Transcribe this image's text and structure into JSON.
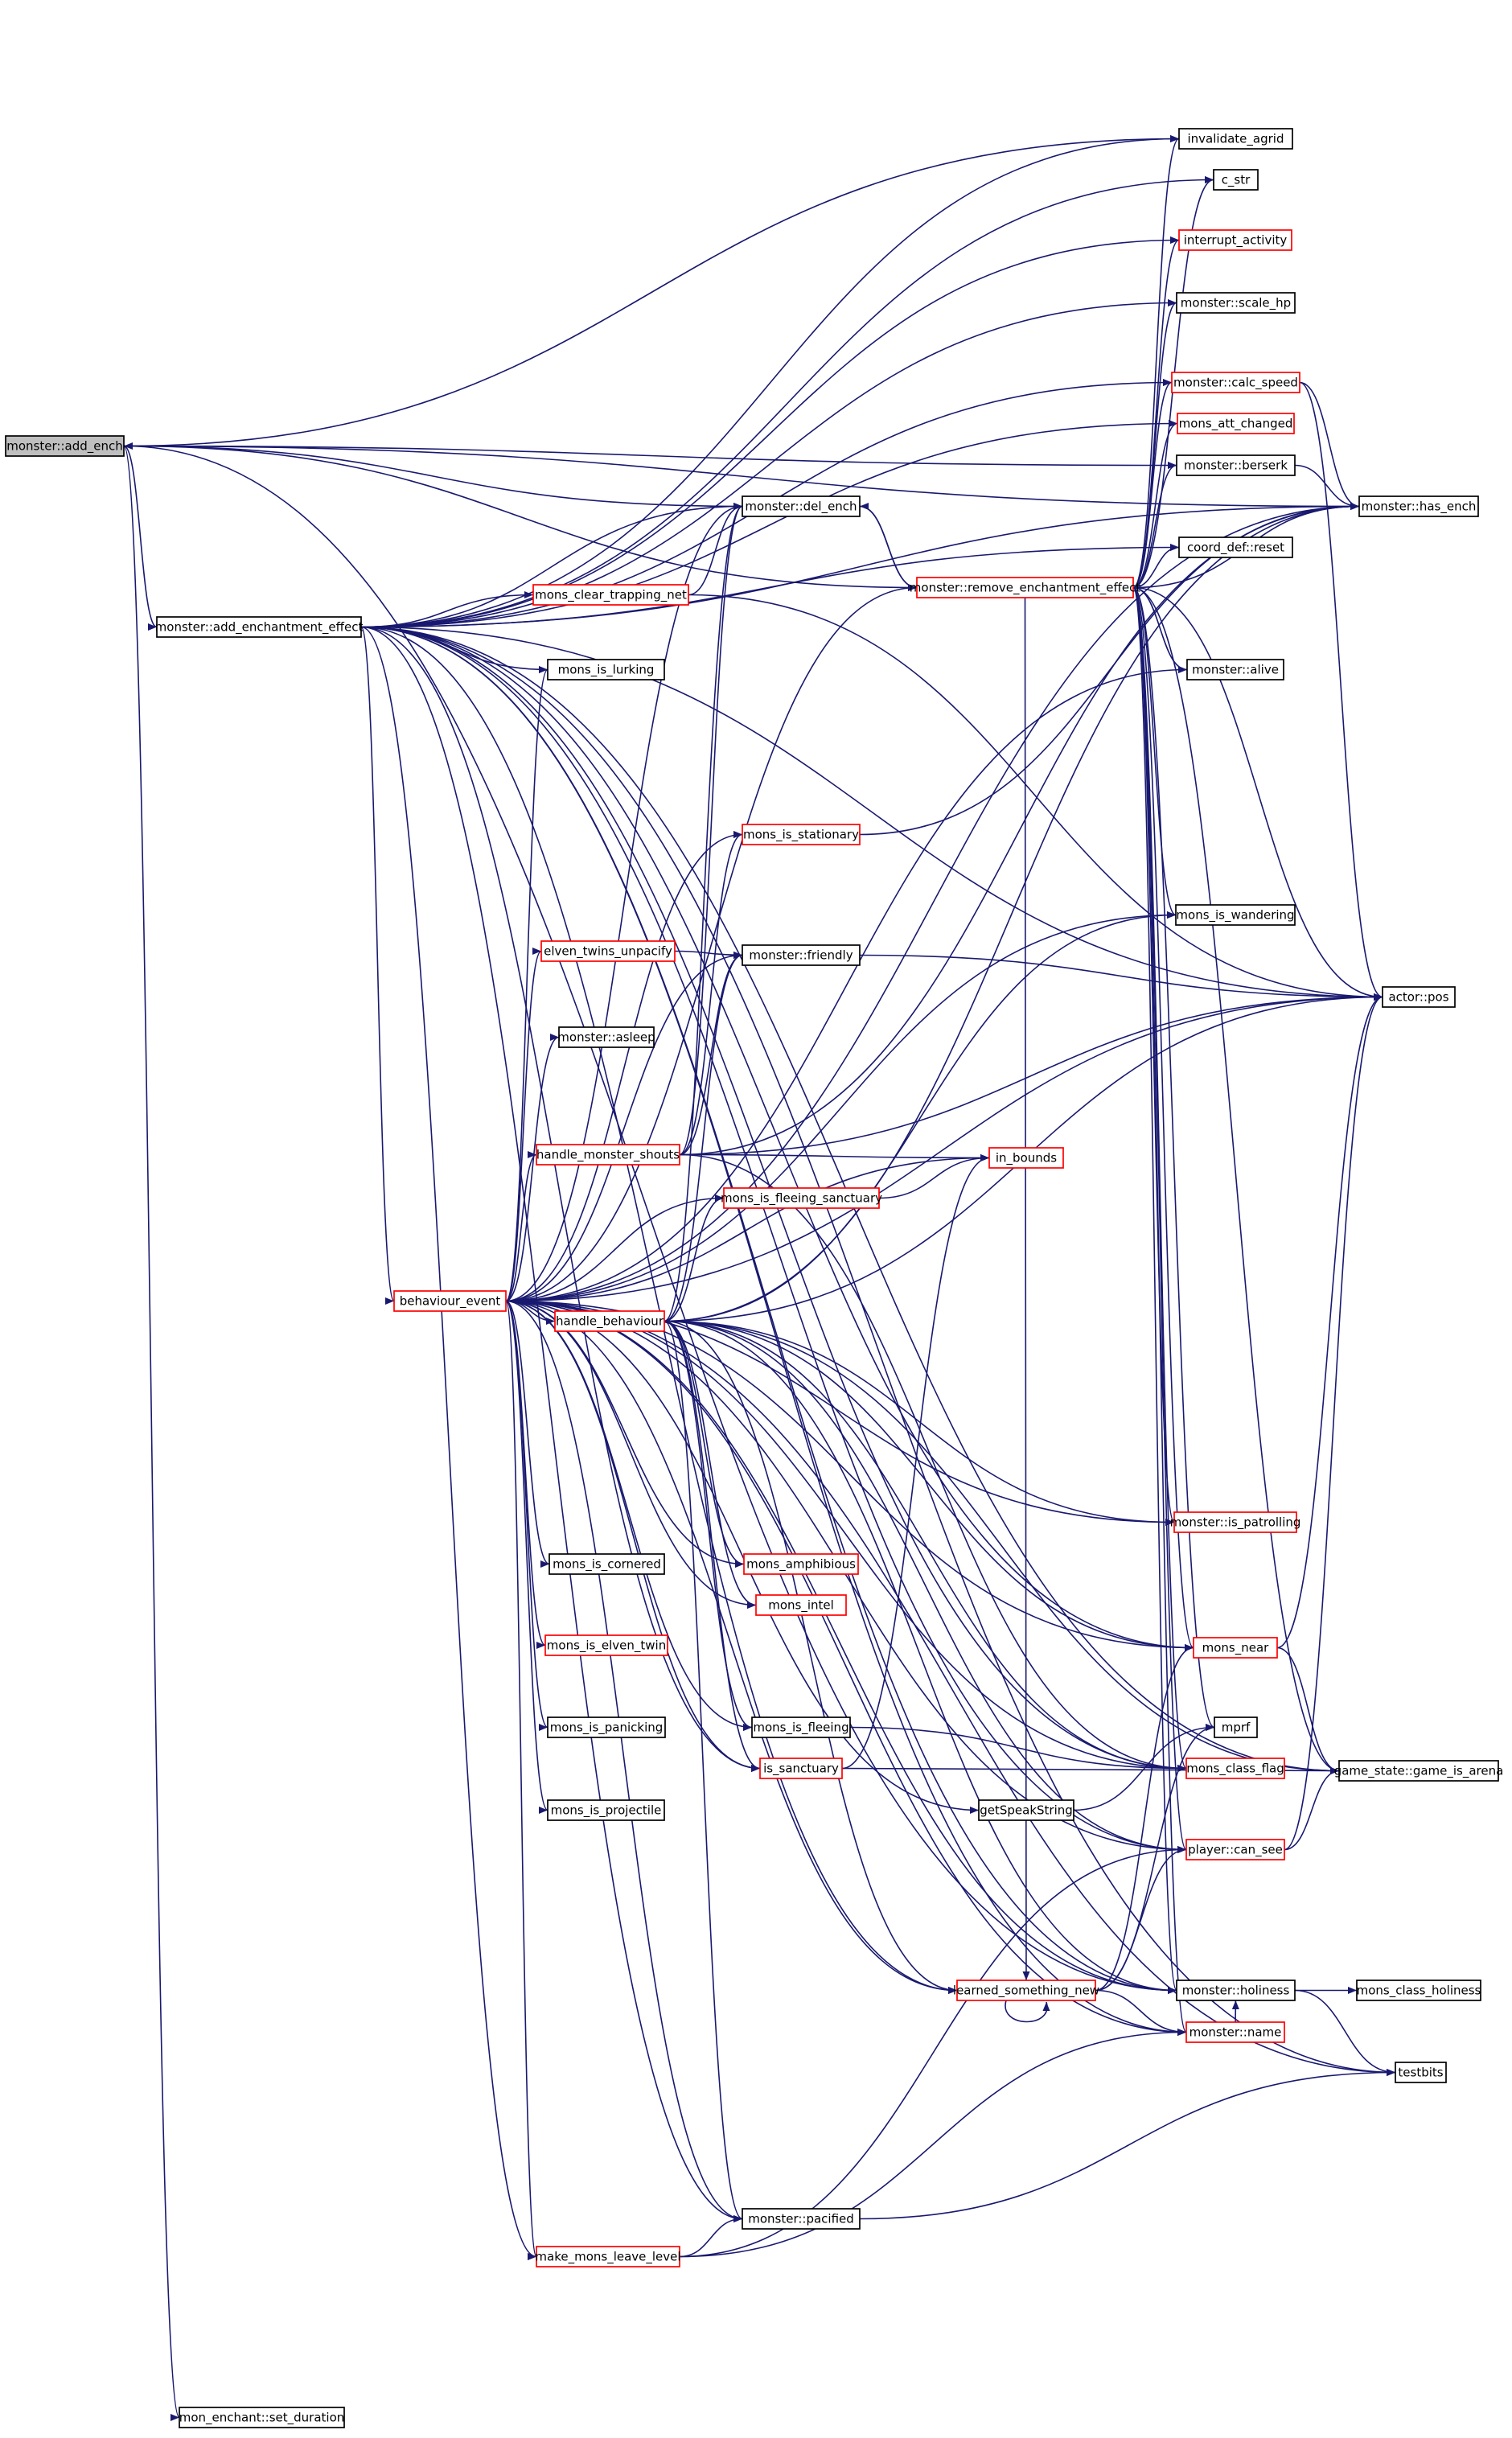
{
  "graph": {
    "colors": {
      "edge": "#191970",
      "root_fill": "#bfbfbf",
      "node_fill": "#ffffff",
      "border_normal": "#000000",
      "border_truncated": "#ff0000"
    },
    "nodes": [
      {
        "id": "add_ench",
        "label": "monster::add_ench",
        "style": "root"
      },
      {
        "id": "add_enchantment_effect",
        "label": "monster::add_enchantment_effect",
        "style": "normal"
      },
      {
        "id": "set_duration",
        "label": "mon_enchant::set_duration",
        "style": "normal"
      },
      {
        "id": "invalidate_agrid",
        "label": "invalidate_agrid",
        "style": "normal"
      },
      {
        "id": "c_str",
        "label": "c_str",
        "style": "normal"
      },
      {
        "id": "interrupt_activity",
        "label": "interrupt_activity",
        "style": "truncated"
      },
      {
        "id": "scale_hp",
        "label": "monster::scale_hp",
        "style": "normal"
      },
      {
        "id": "calc_speed",
        "label": "monster::calc_speed",
        "style": "truncated"
      },
      {
        "id": "mons_att_changed",
        "label": "mons_att_changed",
        "style": "truncated"
      },
      {
        "id": "berserk",
        "label": "monster::berserk",
        "style": "normal"
      },
      {
        "id": "has_ench",
        "label": "monster::has_ench",
        "style": "normal"
      },
      {
        "id": "del_ench",
        "label": "monster::del_ench",
        "style": "normal"
      },
      {
        "id": "coord_reset",
        "label": "coord_def::reset",
        "style": "normal"
      },
      {
        "id": "mons_clear_trapping_net",
        "label": "mons_clear_trapping_net",
        "style": "truncated"
      },
      {
        "id": "remove_enchantment_effect",
        "label": "monster::remove_enchantment_effect",
        "style": "truncated"
      },
      {
        "id": "mons_is_lurking",
        "label": "mons_is_lurking",
        "style": "normal"
      },
      {
        "id": "alive",
        "label": "monster::alive",
        "style": "normal"
      },
      {
        "id": "mons_is_stationary",
        "label": "mons_is_stationary",
        "style": "truncated"
      },
      {
        "id": "mons_is_wandering",
        "label": "mons_is_wandering",
        "style": "normal"
      },
      {
        "id": "elven_twins_unpacify",
        "label": "elven_twins_unpacify",
        "style": "truncated"
      },
      {
        "id": "friendly",
        "label": "monster::friendly",
        "style": "normal"
      },
      {
        "id": "actor_pos",
        "label": "actor::pos",
        "style": "normal"
      },
      {
        "id": "asleep",
        "label": "monster::asleep",
        "style": "normal"
      },
      {
        "id": "handle_monster_shouts",
        "label": "handle_monster_shouts",
        "style": "truncated"
      },
      {
        "id": "in_bounds",
        "label": "in_bounds",
        "style": "truncated"
      },
      {
        "id": "mons_is_fleeing_sanctuary",
        "label": "mons_is_fleeing_sanctuary",
        "style": "truncated"
      },
      {
        "id": "behaviour_event",
        "label": "behaviour_event",
        "style": "truncated"
      },
      {
        "id": "handle_behaviour",
        "label": "handle_behaviour",
        "style": "truncated"
      },
      {
        "id": "is_patrolling",
        "label": "monster::is_patrolling",
        "style": "truncated"
      },
      {
        "id": "mons_is_cornered",
        "label": "mons_is_cornered",
        "style": "normal"
      },
      {
        "id": "mons_amphibious",
        "label": "mons_amphibious",
        "style": "truncated"
      },
      {
        "id": "mons_intel",
        "label": "mons_intel",
        "style": "truncated"
      },
      {
        "id": "mons_is_elven_twin",
        "label": "mons_is_elven_twin",
        "style": "truncated"
      },
      {
        "id": "mons_near",
        "label": "mons_near",
        "style": "truncated"
      },
      {
        "id": "game_is_arena",
        "label": "game_state::game_is_arena",
        "style": "normal"
      },
      {
        "id": "mons_is_panicking",
        "label": "mons_is_panicking",
        "style": "normal"
      },
      {
        "id": "mons_is_fleeing",
        "label": "mons_is_fleeing",
        "style": "normal"
      },
      {
        "id": "mprf",
        "label": "mprf",
        "style": "normal"
      },
      {
        "id": "is_sanctuary",
        "label": "is_sanctuary",
        "style": "truncated"
      },
      {
        "id": "mons_class_flag",
        "label": "mons_class_flag",
        "style": "truncated"
      },
      {
        "id": "mons_is_projectile",
        "label": "mons_is_projectile",
        "style": "normal"
      },
      {
        "id": "getSpeakString",
        "label": "getSpeakString",
        "style": "normal"
      },
      {
        "id": "player_can_see",
        "label": "player::can_see",
        "style": "truncated"
      },
      {
        "id": "learned_something_new",
        "label": "learned_something_new",
        "style": "truncated"
      },
      {
        "id": "holiness",
        "label": "monster::holiness",
        "style": "normal"
      },
      {
        "id": "mons_class_holiness",
        "label": "mons_class_holiness",
        "style": "normal"
      },
      {
        "id": "mon_name",
        "label": "monster::name",
        "style": "truncated"
      },
      {
        "id": "testbits",
        "label": "testbits",
        "style": "normal"
      },
      {
        "id": "pacified",
        "label": "monster::pacified",
        "style": "normal"
      },
      {
        "id": "make_mons_leave_level",
        "label": "make_mons_leave_level",
        "style": "truncated"
      }
    ],
    "edges": [
      [
        "add_ench",
        "add_enchantment_effect"
      ],
      [
        "add_ench",
        "set_duration"
      ],
      [
        "add_ench",
        "invalidate_agrid"
      ],
      [
        "add_ench",
        "has_ench"
      ],
      [
        "add_ench",
        "del_ench"
      ],
      [
        "add_ench",
        "berserk"
      ],
      [
        "add_ench",
        "holiness"
      ],
      [
        "remove_enchantment_effect",
        "add_ench"
      ],
      [
        "add_enchantment_effect",
        "invalidate_agrid"
      ],
      [
        "add_enchantment_effect",
        "c_str"
      ],
      [
        "add_enchantment_effect",
        "interrupt_activity"
      ],
      [
        "add_enchantment_effect",
        "scale_hp"
      ],
      [
        "add_enchantment_effect",
        "calc_speed"
      ],
      [
        "add_enchantment_effect",
        "mons_att_changed"
      ],
      [
        "add_enchantment_effect",
        "del_ench"
      ],
      [
        "add_enchantment_effect",
        "coord_reset"
      ],
      [
        "add_enchantment_effect",
        "mons_clear_trapping_net"
      ],
      [
        "add_enchantment_effect",
        "mons_is_lurking"
      ],
      [
        "add_enchantment_effect",
        "actor_pos"
      ],
      [
        "add_enchantment_effect",
        "behaviour_event"
      ],
      [
        "add_enchantment_effect",
        "learned_something_new"
      ],
      [
        "add_enchantment_effect",
        "mons_near"
      ],
      [
        "add_enchantment_effect",
        "player_can_see"
      ],
      [
        "add_enchantment_effect",
        "holiness"
      ],
      [
        "add_enchantment_effect",
        "mon_name"
      ],
      [
        "add_enchantment_effect",
        "testbits"
      ],
      [
        "add_enchantment_effect",
        "pacified"
      ],
      [
        "add_enchantment_effect",
        "make_mons_leave_level"
      ],
      [
        "add_enchantment_effect",
        "mons_class_flag"
      ],
      [
        "add_enchantment_effect",
        "game_is_arena"
      ],
      [
        "add_enchantment_effect",
        "has_ench"
      ],
      [
        "add_enchantment_effect",
        "is_sanctuary"
      ],
      [
        "mons_clear_trapping_net",
        "del_ench"
      ],
      [
        "mons_clear_trapping_net",
        "actor_pos"
      ],
      [
        "del_ench",
        "remove_enchantment_effect"
      ],
      [
        "remove_enchantment_effect",
        "del_ench"
      ],
      [
        "remove_enchantment_effect",
        "invalidate_agrid"
      ],
      [
        "remove_enchantment_effect",
        "c_str"
      ],
      [
        "remove_enchantment_effect",
        "interrupt_activity"
      ],
      [
        "remove_enchantment_effect",
        "scale_hp"
      ],
      [
        "remove_enchantment_effect",
        "calc_speed"
      ],
      [
        "remove_enchantment_effect",
        "mons_att_changed"
      ],
      [
        "remove_enchantment_effect",
        "berserk"
      ],
      [
        "remove_enchantment_effect",
        "has_ench"
      ],
      [
        "remove_enchantment_effect",
        "coord_reset"
      ],
      [
        "remove_enchantment_effect",
        "alive"
      ],
      [
        "remove_enchantment_effect",
        "mons_is_wandering"
      ],
      [
        "remove_enchantment_effect",
        "actor_pos"
      ],
      [
        "remove_enchantment_effect",
        "is_patrolling"
      ],
      [
        "remove_enchantment_effect",
        "mons_near"
      ],
      [
        "remove_enchantment_effect",
        "game_is_arena"
      ],
      [
        "remove_enchantment_effect",
        "mprf"
      ],
      [
        "remove_enchantment_effect",
        "mons_class_flag"
      ],
      [
        "remove_enchantment_effect",
        "player_can_see"
      ],
      [
        "remove_enchantment_effect",
        "holiness"
      ],
      [
        "remove_enchantment_effect",
        "mon_name"
      ],
      [
        "remove_enchantment_effect",
        "learned_something_new"
      ],
      [
        "calc_speed",
        "has_ench"
      ],
      [
        "calc_speed",
        "actor_pos"
      ],
      [
        "berserk",
        "has_ench"
      ],
      [
        "mons_is_stationary",
        "has_ench"
      ],
      [
        "friendly",
        "actor_pos"
      ],
      [
        "behaviour_event",
        "mons_is_lurking"
      ],
      [
        "behaviour_event",
        "del_ench"
      ],
      [
        "behaviour_event",
        "remove_enchantment_effect"
      ],
      [
        "behaviour_event",
        "alive"
      ],
      [
        "behaviour_event",
        "mons_is_stationary"
      ],
      [
        "behaviour_event",
        "elven_twins_unpacify"
      ],
      [
        "behaviour_event",
        "friendly"
      ],
      [
        "behaviour_event",
        "asleep"
      ],
      [
        "behaviour_event",
        "handle_monster_shouts"
      ],
      [
        "behaviour_event",
        "in_bounds"
      ],
      [
        "behaviour_event",
        "mons_is_fleeing_sanctuary"
      ],
      [
        "behaviour_event",
        "handle_behaviour"
      ],
      [
        "behaviour_event",
        "actor_pos"
      ],
      [
        "behaviour_event",
        "has_ench"
      ],
      [
        "behaviour_event",
        "mons_is_wandering"
      ],
      [
        "behaviour_event",
        "is_patrolling"
      ],
      [
        "behaviour_event",
        "mons_is_cornered"
      ],
      [
        "behaviour_event",
        "mons_amphibious"
      ],
      [
        "behaviour_event",
        "mons_intel"
      ],
      [
        "behaviour_event",
        "mons_is_elven_twin"
      ],
      [
        "behaviour_event",
        "mons_is_panicking"
      ],
      [
        "behaviour_event",
        "mons_is_fleeing"
      ],
      [
        "behaviour_event",
        "is_sanctuary"
      ],
      [
        "behaviour_event",
        "mons_is_projectile"
      ],
      [
        "behaviour_event",
        "getSpeakString"
      ],
      [
        "behaviour_event",
        "mons_class_flag"
      ],
      [
        "behaviour_event",
        "mons_near"
      ],
      [
        "behaviour_event",
        "learned_something_new"
      ],
      [
        "behaviour_event",
        "player_can_see"
      ],
      [
        "behaviour_event",
        "holiness"
      ],
      [
        "behaviour_event",
        "pacified"
      ],
      [
        "behaviour_event",
        "make_mons_leave_level"
      ],
      [
        "behaviour_event",
        "testbits"
      ],
      [
        "behaviour_event",
        "mon_name"
      ],
      [
        "elven_twins_unpacify",
        "friendly"
      ],
      [
        "handle_monster_shouts",
        "in_bounds"
      ],
      [
        "handle_monster_shouts",
        "mons_is_stationary"
      ],
      [
        "handle_monster_shouts",
        "friendly"
      ],
      [
        "handle_monster_shouts",
        "actor_pos"
      ],
      [
        "handle_monster_shouts",
        "has_ench"
      ],
      [
        "handle_monster_shouts",
        "del_ench"
      ],
      [
        "handle_monster_shouts",
        "mons_class_flag"
      ],
      [
        "mons_is_fleeing_sanctuary",
        "in_bounds"
      ],
      [
        "handle_behaviour",
        "del_ench"
      ],
      [
        "handle_behaviour",
        "friendly"
      ],
      [
        "handle_behaviour",
        "mons_is_fleeing_sanctuary"
      ],
      [
        "handle_behaviour",
        "actor_pos"
      ],
      [
        "handle_behaviour",
        "has_ench"
      ],
      [
        "handle_behaviour",
        "mons_is_wandering"
      ],
      [
        "handle_behaviour",
        "is_patrolling"
      ],
      [
        "handle_behaviour",
        "mons_amphibious"
      ],
      [
        "handle_behaviour",
        "mons_intel"
      ],
      [
        "handle_behaviour",
        "mons_near"
      ],
      [
        "handle_behaviour",
        "game_is_arena"
      ],
      [
        "handle_behaviour",
        "mons_is_fleeing"
      ],
      [
        "handle_behaviour",
        "is_sanctuary"
      ],
      [
        "handle_behaviour",
        "mons_class_flag"
      ],
      [
        "handle_behaviour",
        "learned_something_new"
      ],
      [
        "handle_behaviour",
        "pacified"
      ],
      [
        "handle_behaviour",
        "player_can_see"
      ],
      [
        "handle_behaviour",
        "holiness"
      ],
      [
        "mons_is_fleeing",
        "mons_class_flag"
      ],
      [
        "is_sanctuary",
        "in_bounds"
      ],
      [
        "is_sanctuary",
        "game_is_arena"
      ],
      [
        "getSpeakString",
        "mprf"
      ],
      [
        "mons_near",
        "actor_pos"
      ],
      [
        "mons_near",
        "game_is_arena"
      ],
      [
        "player_can_see",
        "actor_pos"
      ],
      [
        "player_can_see",
        "game_is_arena"
      ],
      [
        "learned_something_new",
        "learned_something_new"
      ],
      [
        "learned_something_new",
        "mprf"
      ],
      [
        "learned_something_new",
        "mon_name"
      ],
      [
        "learned_something_new",
        "player_can_see"
      ],
      [
        "learned_something_new",
        "mons_near"
      ],
      [
        "holiness",
        "mons_class_holiness"
      ],
      [
        "holiness",
        "testbits"
      ],
      [
        "mon_name",
        "holiness"
      ],
      [
        "pacified",
        "testbits"
      ],
      [
        "make_mons_leave_level",
        "pacified"
      ],
      [
        "make_mons_leave_level",
        "mon_name"
      ],
      [
        "make_mons_leave_level",
        "player_can_see"
      ]
    ]
  }
}
